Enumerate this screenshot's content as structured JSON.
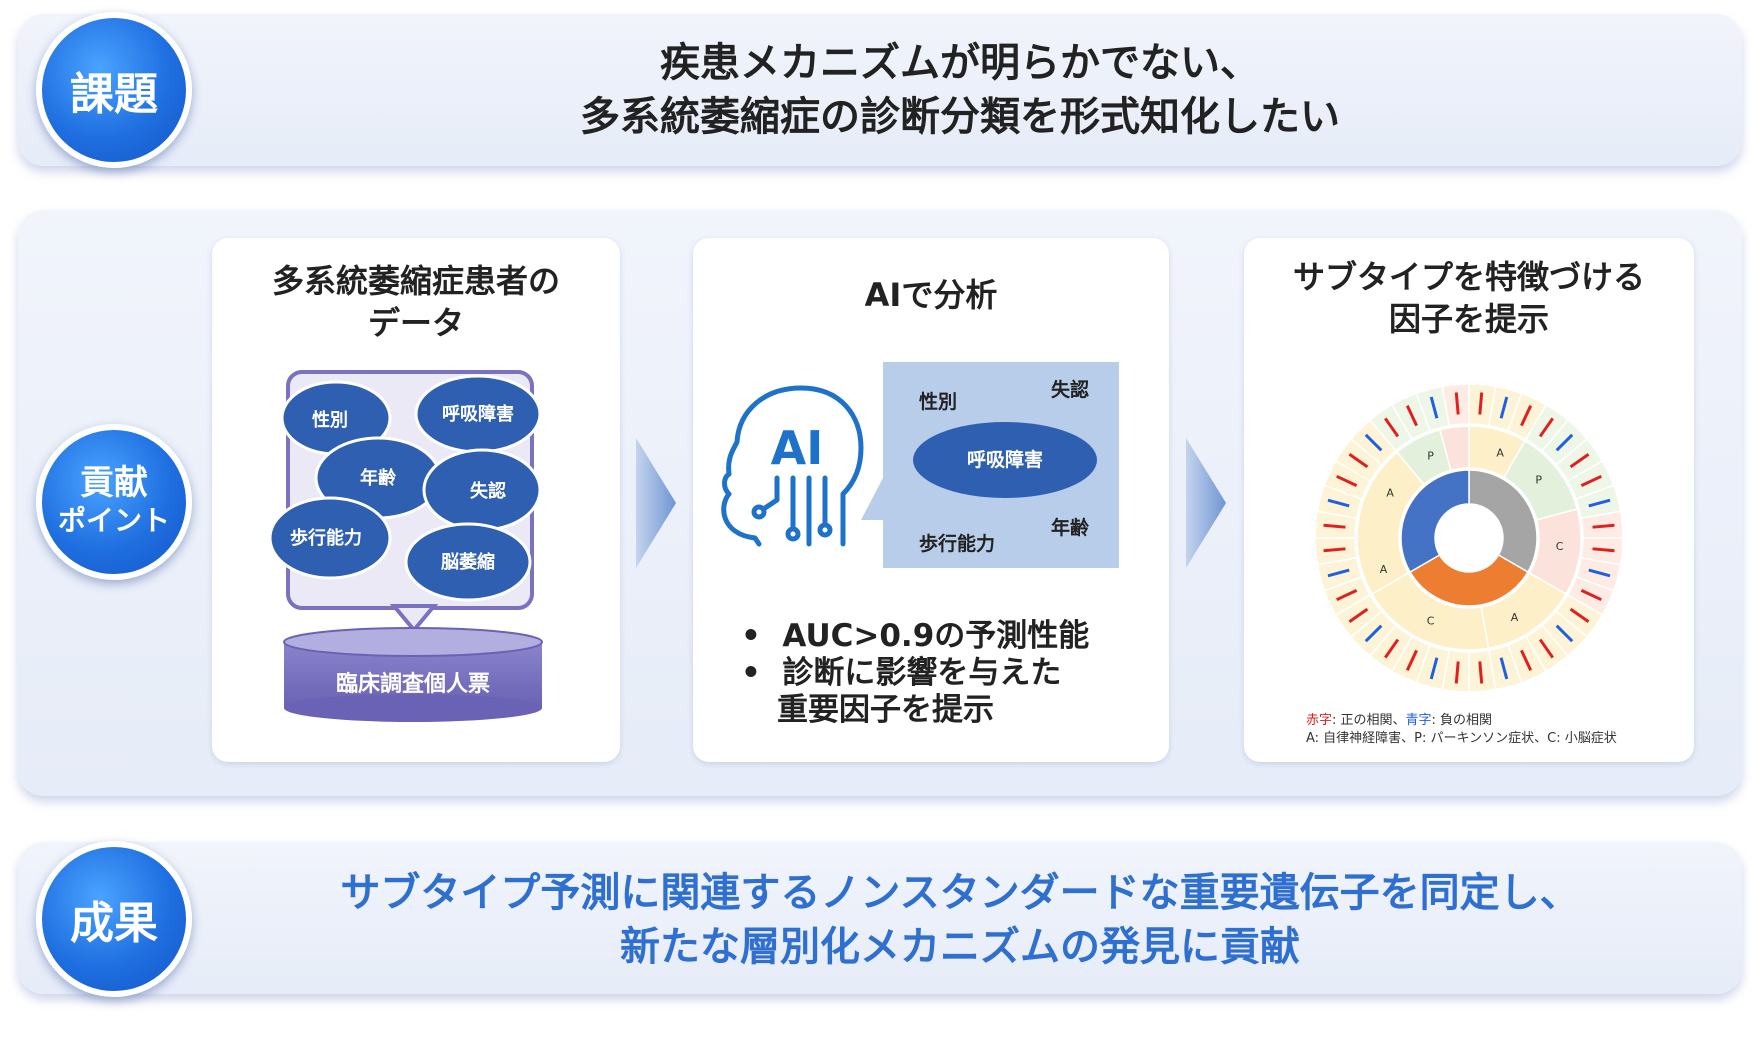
{
  "issue": {
    "badge": "課題",
    "lines": [
      "疾患メカニズムが明らかでない、",
      "多系統萎縮症の診断分類を形式知化したい"
    ]
  },
  "contribution": {
    "badge_line1": "貢献",
    "badge_line2": "ポイント",
    "card_data": {
      "title_lines": [
        "多系統萎縮症患者の",
        "データ"
      ],
      "bubbles": [
        "性別",
        "呼吸障害",
        "年齢",
        "失認",
        "歩行能力",
        "脳萎縮"
      ],
      "db_label": "臨床調査個人票"
    },
    "card_ai": {
      "title": "AIで分析",
      "ai_label": "AI",
      "panel_labels": {
        "sex": "性別",
        "agnosia": "失認",
        "key": "呼吸障害",
        "gait": "歩行能力",
        "age": "年齢"
      },
      "bullets": [
        "AUC>0.9の予測性能",
        "診断に影響を与えた",
        "重要因子を提示"
      ]
    },
    "card_factor": {
      "title_lines": [
        "サブタイプを特徴づける",
        "因子を提示"
      ],
      "legend_red": "赤字",
      "legend_red_desc": ": 正の相関、",
      "legend_blue": "青字",
      "legend_blue_desc": ": 負の相関",
      "legend_line2": "A: 自律神経障害、P: パーキンソン症状、C: 小脳症状",
      "ring_letters": [
        "A",
        "P",
        "C",
        "A",
        "C",
        "A",
        "A",
        "P"
      ]
    }
  },
  "result": {
    "badge": "成果",
    "lines": [
      "サブタイプ予測に関連するノンスタンダードな重要遺伝子を同定し、",
      "新たな層別化メカニズムの発見に貢献"
    ]
  },
  "colors": {
    "accent_blue": "#1f6fe0",
    "result_text": "#2f6fd0",
    "bubble_blue": "#2f5fb0",
    "db_purple": "#7a72c0",
    "sunburst_blue": "#4472c4",
    "sunburst_gray": "#a5a5a5",
    "sunburst_orange": "#ed7d31"
  }
}
